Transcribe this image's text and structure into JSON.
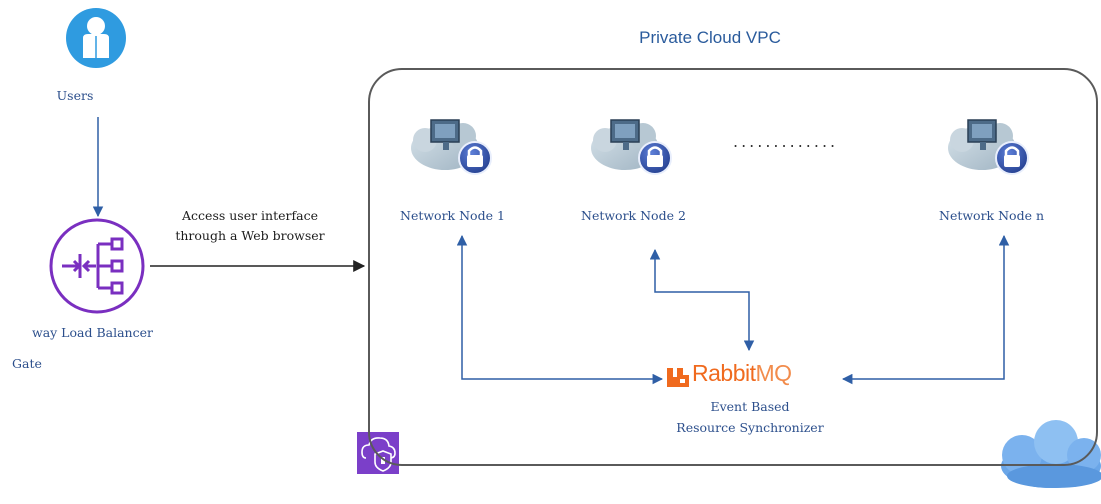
{
  "diagram": {
    "vpc_title": "Private Cloud VPC",
    "users_label": "Users",
    "access_label_line1": "Access user interface",
    "access_label_line2": "through a Web browser",
    "load_balancer_label": "way Load Balancer",
    "gateway_label": "Gate",
    "nodes": [
      {
        "label": "Network Node 1"
      },
      {
        "label": "Network Node 2"
      },
      {
        "label": "Network Node n"
      }
    ],
    "rabbit_word": "Rabbit",
    "rabbit_mq": "MQ",
    "sync_line1": "Event Based",
    "sync_line2": "Resource Synchronizer",
    "dotted_separator": ".............",
    "colors": {
      "user_icon": "#2f9be0",
      "load_balancer": "#7a2fc0",
      "arrow": "#2f5fa6",
      "rabbit": "#f06a1e",
      "vpc_icon": "#7b3fc9",
      "cloud": "#6aa6e8"
    },
    "icons": {
      "users": "user-icon",
      "load_balancer": "load-balancer-icon",
      "node": "network-node-lock-icon",
      "rabbitmq": "rabbitmq-logo",
      "vpc": "vpc-shield-icon",
      "cloud": "cloud-icon"
    }
  }
}
